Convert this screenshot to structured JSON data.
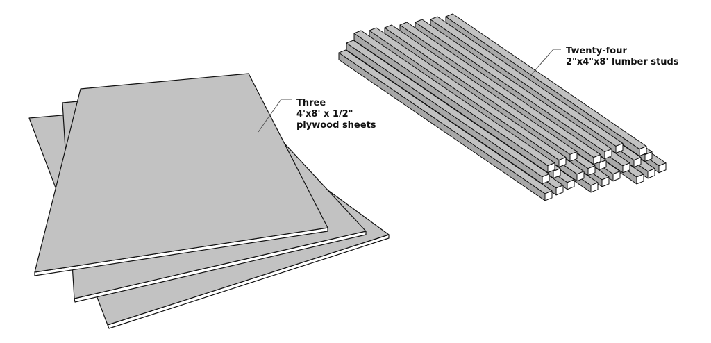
{
  "labels": {
    "plywood": {
      "line1": "Three",
      "line2": "4'x8' x 1/2\"",
      "line3": "plywood sheets"
    },
    "studs": {
      "line1": "Twenty-four",
      "line2": "2\"x4\"x8' lumber studs"
    }
  },
  "colors": {
    "face": "#c2c2c2",
    "edge": "#ffffff",
    "outline": "#111111",
    "side": "#9e9e9e"
  }
}
